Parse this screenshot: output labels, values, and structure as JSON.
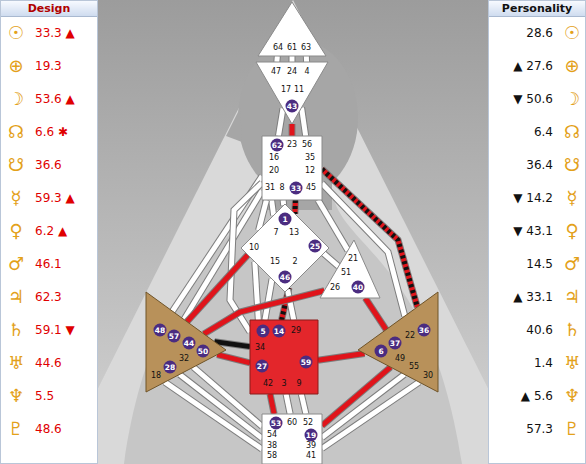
{
  "diagram": {
    "nodes": [
      {
        "text": [
          "Design",
          "☉",
          "33.3 ▲",
          "⊕",
          "19.3",
          "☽",
          "53.6 ▲",
          "☊",
          "6.6 ✱",
          "☋",
          "36.6",
          "☿",
          "59.3 ▲",
          "♀",
          "6.2 ▲",
          "♂",
          "46.1",
          "♃",
          "62.3",
          "♄",
          "59.1 ▼",
          "♅",
          "44.6",
          "♆",
          "5.5",
          "♇",
          "48.6"
        ]
      },
      {
        "text": [
          "Personality",
          "28.6",
          "☉",
          "▲ 27.6",
          "⊕",
          "▼ 50.6",
          "☽",
          "6.4",
          "☊",
          "36.4",
          "☋",
          "▼ 14.2",
          "☿",
          "▼ 43.1",
          "♀",
          "14.5",
          "♂",
          "▲ 33.1",
          "♃",
          "40.6",
          "♄",
          "1.4",
          "♅",
          "▲ 5.6",
          "♆",
          "57.3",
          "♇"
        ]
      },
      {
        "text": [
          "64",
          "61",
          "63"
        ]
      },
      {
        "text": [
          "47",
          "24",
          "4",
          "17",
          "11",
          "43"
        ]
      },
      {
        "text": [
          "62",
          "23",
          "56",
          "16",
          "35",
          "20",
          "12",
          "31",
          "8",
          "33",
          "45"
        ]
      },
      {
        "text": [
          "1",
          "7",
          "13",
          "10",
          "25",
          "15",
          "2",
          "46"
        ]
      },
      {
        "text": [
          "21",
          "51",
          "26",
          "40"
        ]
      },
      {
        "text": [
          "48",
          "57",
          "44",
          "50",
          "32",
          "28",
          "18"
        ]
      },
      {
        "text": [
          "5",
          "14",
          "29",
          "34",
          "27",
          "59",
          "42",
          "3",
          "9"
        ]
      },
      {
        "text": [
          "36",
          "22",
          "37",
          "6",
          "49",
          "55",
          "30"
        ]
      },
      {
        "text": [
          "53",
          "60",
          "52",
          "54",
          "19",
          "38",
          "39",
          "58",
          "41"
        ]
      }
    ],
    "edges": [
      {
        "from": 2,
        "to": 3,
        "arrow": "none"
      },
      {
        "from": 2,
        "to": 3,
        "arrow": "none"
      },
      {
        "from": 2,
        "to": 3,
        "arrow": "none"
      },
      {
        "from": 3,
        "to": 4,
        "arrow": "none"
      },
      {
        "from": 3,
        "to": 4,
        "arrow": "none"
      },
      {
        "from": 3,
        "to": 4,
        "arrow": "none"
      },
      {
        "from": 4,
        "to": 5,
        "arrow": "none"
      },
      {
        "from": 4,
        "to": 5,
        "arrow": "none"
      },
      {
        "from": 4,
        "to": 5,
        "arrow": "none"
      },
      {
        "from": 4,
        "to": 5,
        "arrow": "none"
      },
      {
        "from": 4,
        "to": 6,
        "arrow": "none"
      },
      {
        "from": 4,
        "to": 7,
        "arrow": "none"
      },
      {
        "from": 4,
        "to": 7,
        "arrow": "none"
      },
      {
        "from": 4,
        "to": 8,
        "arrow": "none"
      },
      {
        "from": 4,
        "to": 9,
        "arrow": "none"
      },
      {
        "from": 4,
        "to": 9,
        "arrow": "none"
      },
      {
        "from": 5,
        "to": 6,
        "arrow": "none"
      },
      {
        "from": 5,
        "to": 7,
        "arrow": "none"
      },
      {
        "from": 5,
        "to": 8,
        "arrow": "none"
      },
      {
        "from": 5,
        "to": 8,
        "arrow": "none"
      },
      {
        "from": 5,
        "to": 8,
        "arrow": "none"
      },
      {
        "from": 5,
        "to": 8,
        "arrow": "none"
      },
      {
        "from": 6,
        "to": 7,
        "arrow": "none"
      },
      {
        "from": 6,
        "to": 9,
        "arrow": "none"
      },
      {
        "from": 7,
        "to": 8,
        "arrow": "none"
      },
      {
        "from": 7,
        "to": 8,
        "arrow": "none"
      },
      {
        "from": 8,
        "to": 9,
        "arrow": "none"
      },
      {
        "from": 8,
        "to": 10,
        "arrow": "none"
      },
      {
        "from": 8,
        "to": 10,
        "arrow": "none"
      },
      {
        "from": 8,
        "to": 10,
        "arrow": "none"
      },
      {
        "from": 7,
        "to": 10,
        "arrow": "none"
      },
      {
        "from": 7,
        "to": 10,
        "arrow": "none"
      },
      {
        "from": 7,
        "to": 10,
        "arrow": "none"
      },
      {
        "from": 9,
        "to": 10,
        "arrow": "none"
      },
      {
        "from": 9,
        "to": 10,
        "arrow": "none"
      },
      {
        "from": 9,
        "to": 10,
        "arrow": "none"
      }
    ]
  }
}
